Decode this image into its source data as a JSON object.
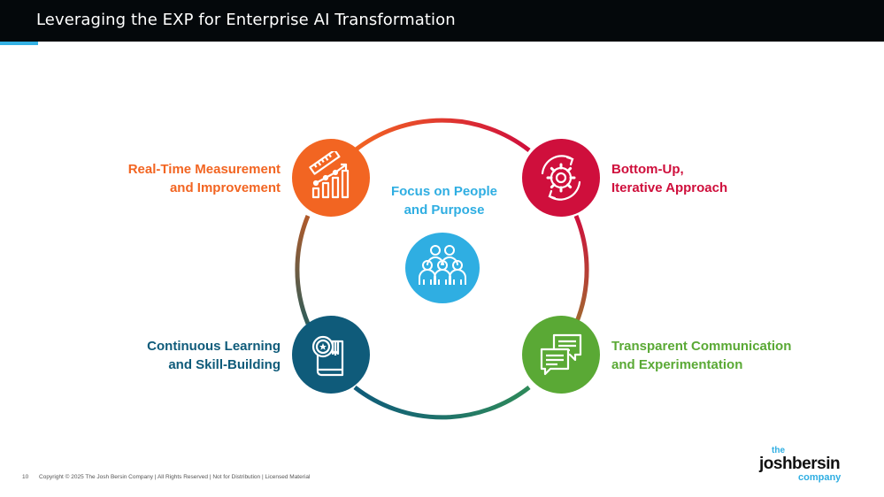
{
  "header": {
    "title": "Leveraging the EXP for Enterprise AI Transformation"
  },
  "center": {
    "line1": "Focus on People",
    "line2": "and Purpose",
    "icon": "people-group-icon"
  },
  "nodes": {
    "top_left": {
      "line1": "Real-Time Measurement",
      "line2": "and Improvement",
      "color": "#f26522",
      "icon": "growth-chart-icon"
    },
    "top_right": {
      "line1": "Bottom-Up,",
      "line2": "Iterative Approach",
      "color": "#cf0f3c",
      "icon": "gear-cycle-icon"
    },
    "bottom_left": {
      "line1": "Continuous Learning",
      "line2": "and Skill-Building",
      "color": "#0f5b7a",
      "icon": "book-award-icon"
    },
    "bottom_right": {
      "line1": "Transparent Communication",
      "line2": "and Experimentation",
      "color": "#5aa935",
      "icon": "chat-bubbles-icon"
    }
  },
  "footer": {
    "page": "10",
    "copyright": "Copyright © 2025 The Josh Bersin Company | All Rights Reserved | Not for Distribution | Licensed Material"
  },
  "logo": {
    "the": "the",
    "name": "joshbersin",
    "company": "company"
  }
}
